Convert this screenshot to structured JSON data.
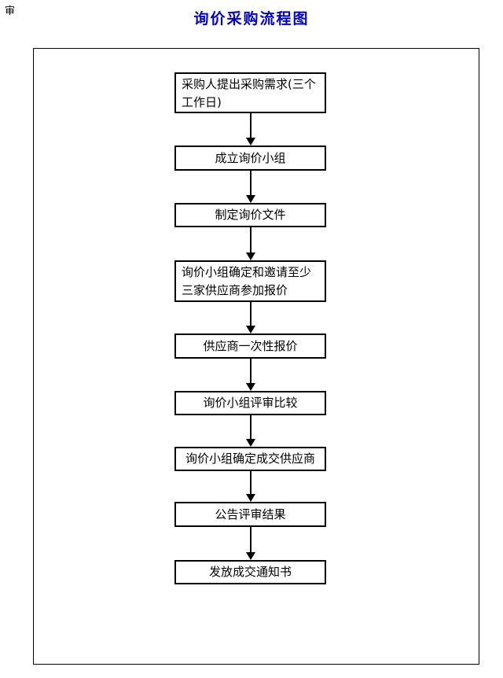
{
  "header": {
    "corner_mark": "审",
    "title": "询价采购流程图",
    "title_color": "#0000cc"
  },
  "flowchart": {
    "frame_border_color": "#000000",
    "box_border_color": "#000000",
    "connector_style": "solid-down-arrow",
    "steps": [
      {
        "label": "采购人提出采购需求(三个工作日)"
      },
      {
        "label": "成立询价小组"
      },
      {
        "label": "制定询价文件"
      },
      {
        "label": "询价小组确定和邀请至少三家供应商参加报价"
      },
      {
        "label": "供应商一次性报价"
      },
      {
        "label": "询价小组评审比较"
      },
      {
        "label": "询价小组确定成交供应商"
      },
      {
        "label": "公告评审结果"
      },
      {
        "label": "发放成交通知书"
      }
    ]
  }
}
